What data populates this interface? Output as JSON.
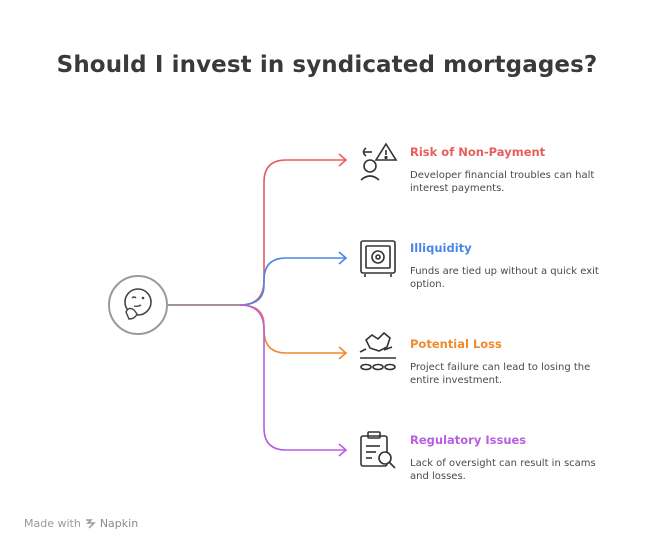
{
  "title": "Should I invest in syndicated mortgages?",
  "items": [
    {
      "title": "Risk of Non-Payment",
      "desc": "Developer financial troubles can halt interest payments.",
      "color": "#e85d5d",
      "icon": "warning-person-icon"
    },
    {
      "title": "Illiquidity",
      "desc": "Funds are tied up without a quick exit option.",
      "color": "#4a86e8",
      "icon": "safe-icon"
    },
    {
      "title": "Potential Loss",
      "desc": "Project failure can lead to losing the entire investment.",
      "color": "#f08a2c",
      "icon": "crumbling-coins-icon"
    },
    {
      "title": "Regulatory Issues",
      "desc": "Lack of oversight can result in scams and losses.",
      "color": "#b85ee0",
      "icon": "clipboard-search-icon"
    }
  ],
  "center_icon": "thinking-face-icon",
  "footer": {
    "prefix": "Made with",
    "brand": "Napkin"
  }
}
